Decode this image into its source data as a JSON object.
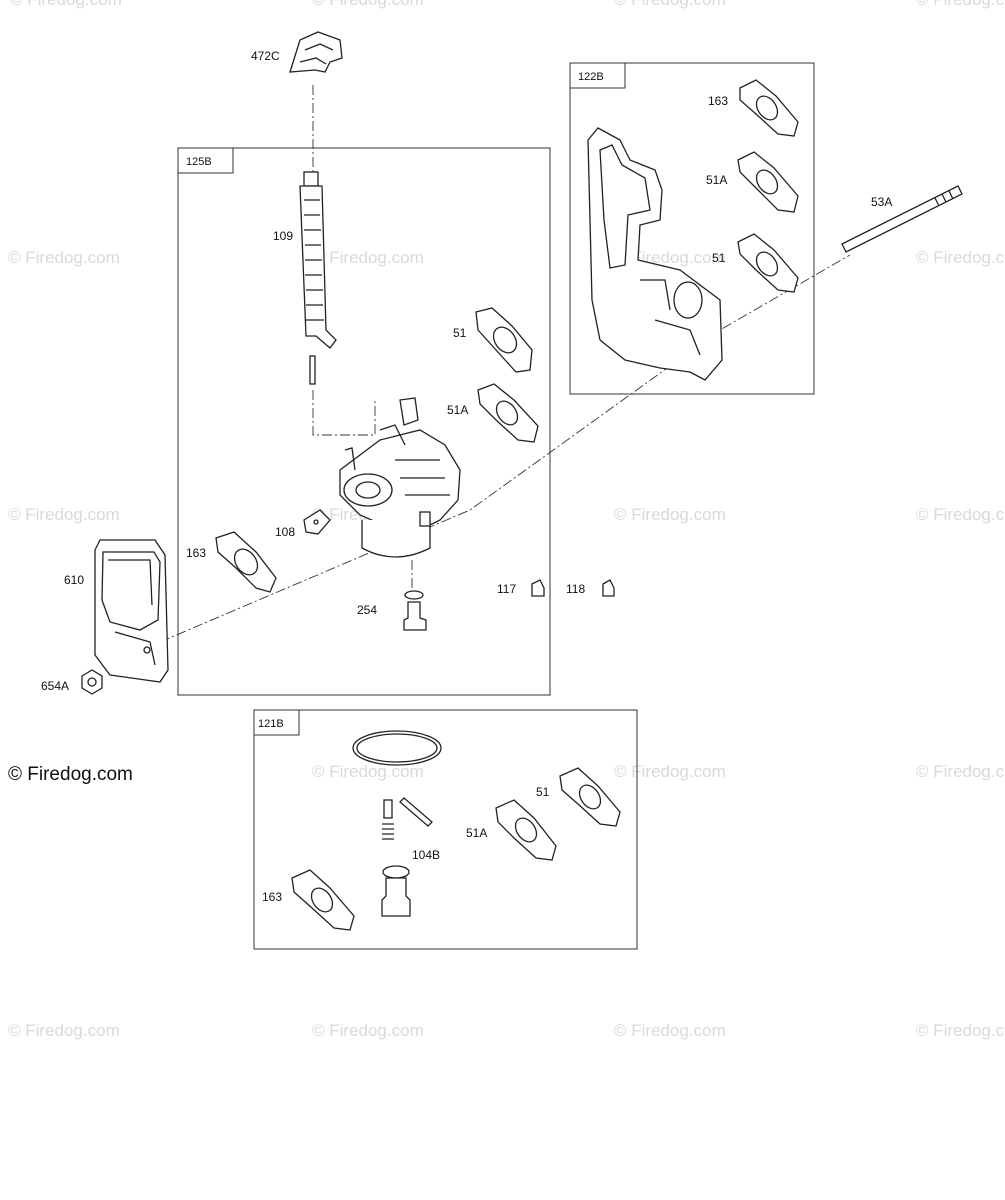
{
  "watermarks": {
    "text": "© Firedog.com",
    "main": "© Firedog.com"
  },
  "boxes": {
    "box_125B": "125B",
    "box_122B": "122B",
    "box_121B": "121B"
  },
  "labels": {
    "p472C": "472C",
    "p109": "109",
    "p51_a": "51",
    "p51A_a": "51A",
    "p108": "108",
    "p163_a": "163",
    "p254": "254",
    "p117": "117",
    "p118": "118",
    "p610": "610",
    "p654A": "654A",
    "p163_b": "163",
    "p51A_b": "51A",
    "p51_b": "51",
    "p53A": "53A",
    "p51_c": "51",
    "p51A_c": "51A",
    "p104B": "104B",
    "p163_c": "163"
  }
}
